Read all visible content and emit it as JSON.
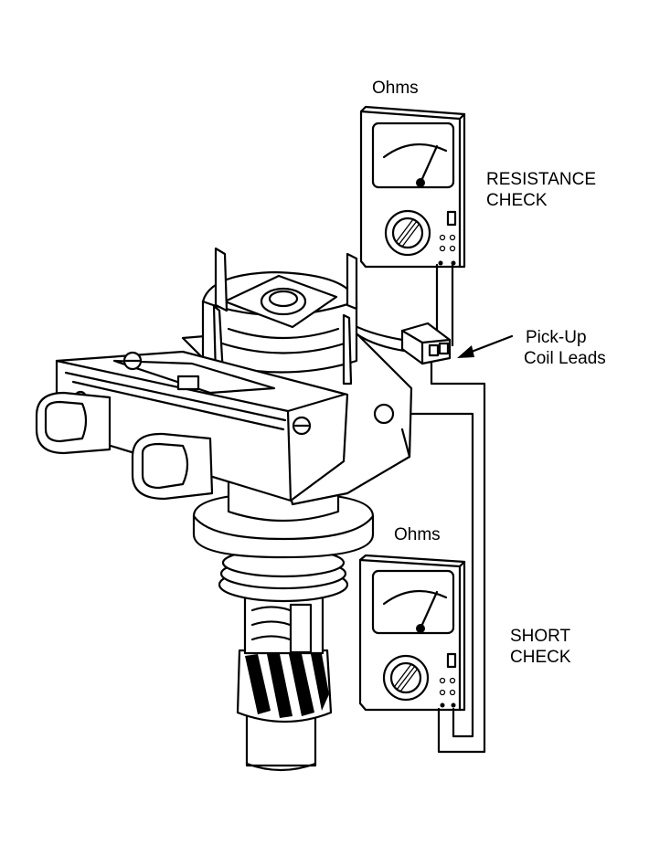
{
  "labels": {
    "meter_top_unit": "Ohms",
    "resistance_line1": "RESISTANCE",
    "resistance_line2": "CHECK",
    "pickup_line1": "Pick-Up",
    "pickup_line2": "Coil Leads",
    "meter_bottom_unit": "Ohms",
    "short_line1": "SHORT",
    "short_line2": "CHECK"
  }
}
